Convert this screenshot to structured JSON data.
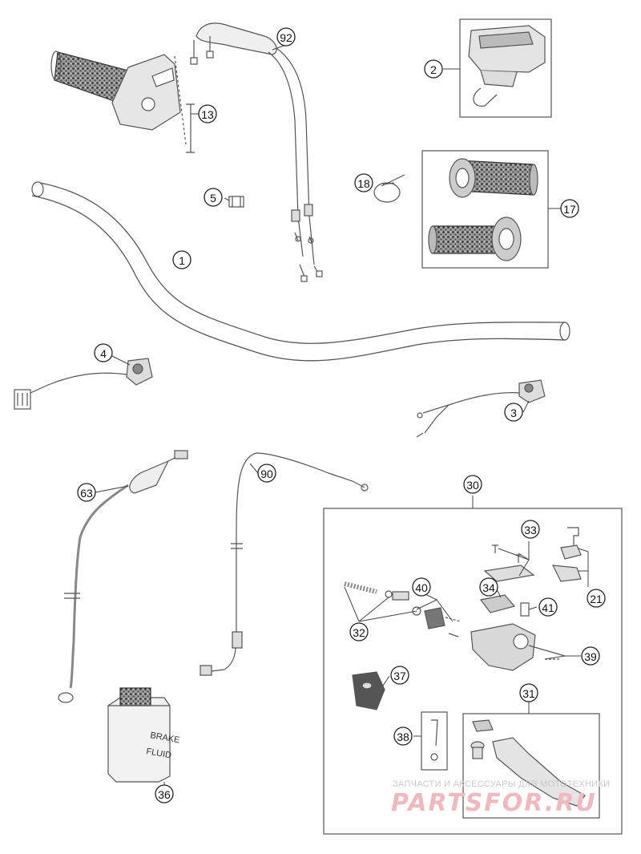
{
  "diagram": {
    "callouts": [
      "92",
      "2",
      "13",
      "5",
      "18",
      "17",
      "1",
      "4",
      "3",
      "63",
      "90",
      "30",
      "33",
      "21",
      "40",
      "34",
      "41",
      "32",
      "39",
      "37",
      "31",
      "38",
      "36"
    ],
    "bottle_label": [
      "BRAKE",
      "FLUID"
    ]
  },
  "watermark": {
    "tagline": "ЗАПЧАСТИ И АКСЕССУАРЫ ДЛЯ МОТОТЕХНИКИ",
    "logo": "PARTSFOR.RU"
  },
  "colors": {
    "line": "#555555",
    "knurl": "#333333",
    "watermark_logo": "#f0b9bf",
    "watermark_text": "#c9c9c9"
  }
}
